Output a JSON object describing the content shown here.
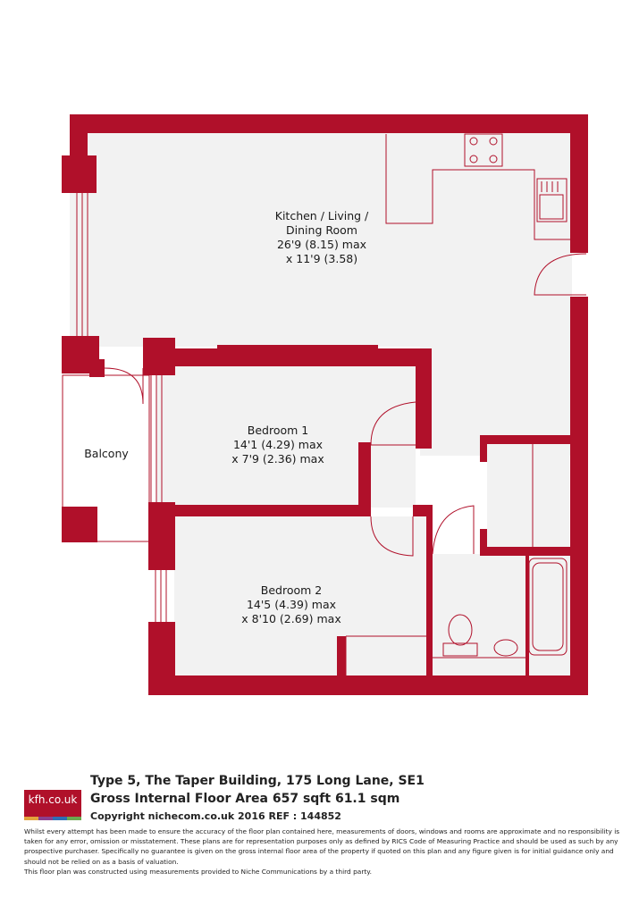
{
  "rooms": {
    "kitchen": {
      "name_line1": "Kitchen / Living /",
      "name_line2": "Dining Room",
      "dim1": "26'9 (8.15) max",
      "dim2": "x 11'9 (3.58)"
    },
    "bedroom1": {
      "name": "Bedroom 1",
      "dim1": "14'1 (4.29) max",
      "dim2": "x 7'9 (2.36) max"
    },
    "bedroom2": {
      "name": "Bedroom 2",
      "dim1": "14'5 (4.39) max",
      "dim2": "x 8'10 (2.69) max"
    },
    "balcony": {
      "name": "Balcony"
    }
  },
  "footer": {
    "title": "Type 5, The Taper Building, 175 Long Lane, SE1",
    "area": "Gross Internal Floor Area 657 sqft 61.1 sqm",
    "copyright": "Copyright nichecom.co.uk 2016 REF : 144852",
    "disclaimer_1": "Whilst every attempt has been made to ensure the accuracy of the floor plan contained here, measurements of doors, windows and rooms are approximate and no responsibility is taken for any error, omission or misstatement.  These plans are for representation purposes only as defined by RICS Code of Measuring Practice and should be used as such by any prospective purchaser.  Specifically no guarantee is given on the gross internal floor area of the property if quoted on this plan and any figure given is for initial guidance only and should not be relied on as a basis of valuation.",
    "disclaimer_2": "This floor plan was constructed using measurements provided to Niche Communications by a third party."
  },
  "logo": {
    "text": "kfh.co.uk",
    "stripe_colors": [
      "#e3a33c",
      "#8a3f8e",
      "#2e6db4",
      "#6aa84f"
    ]
  },
  "colors": {
    "wall": "#b0102a",
    "floor": "#f2f2f2",
    "fixture_line": "#b0102a"
  }
}
